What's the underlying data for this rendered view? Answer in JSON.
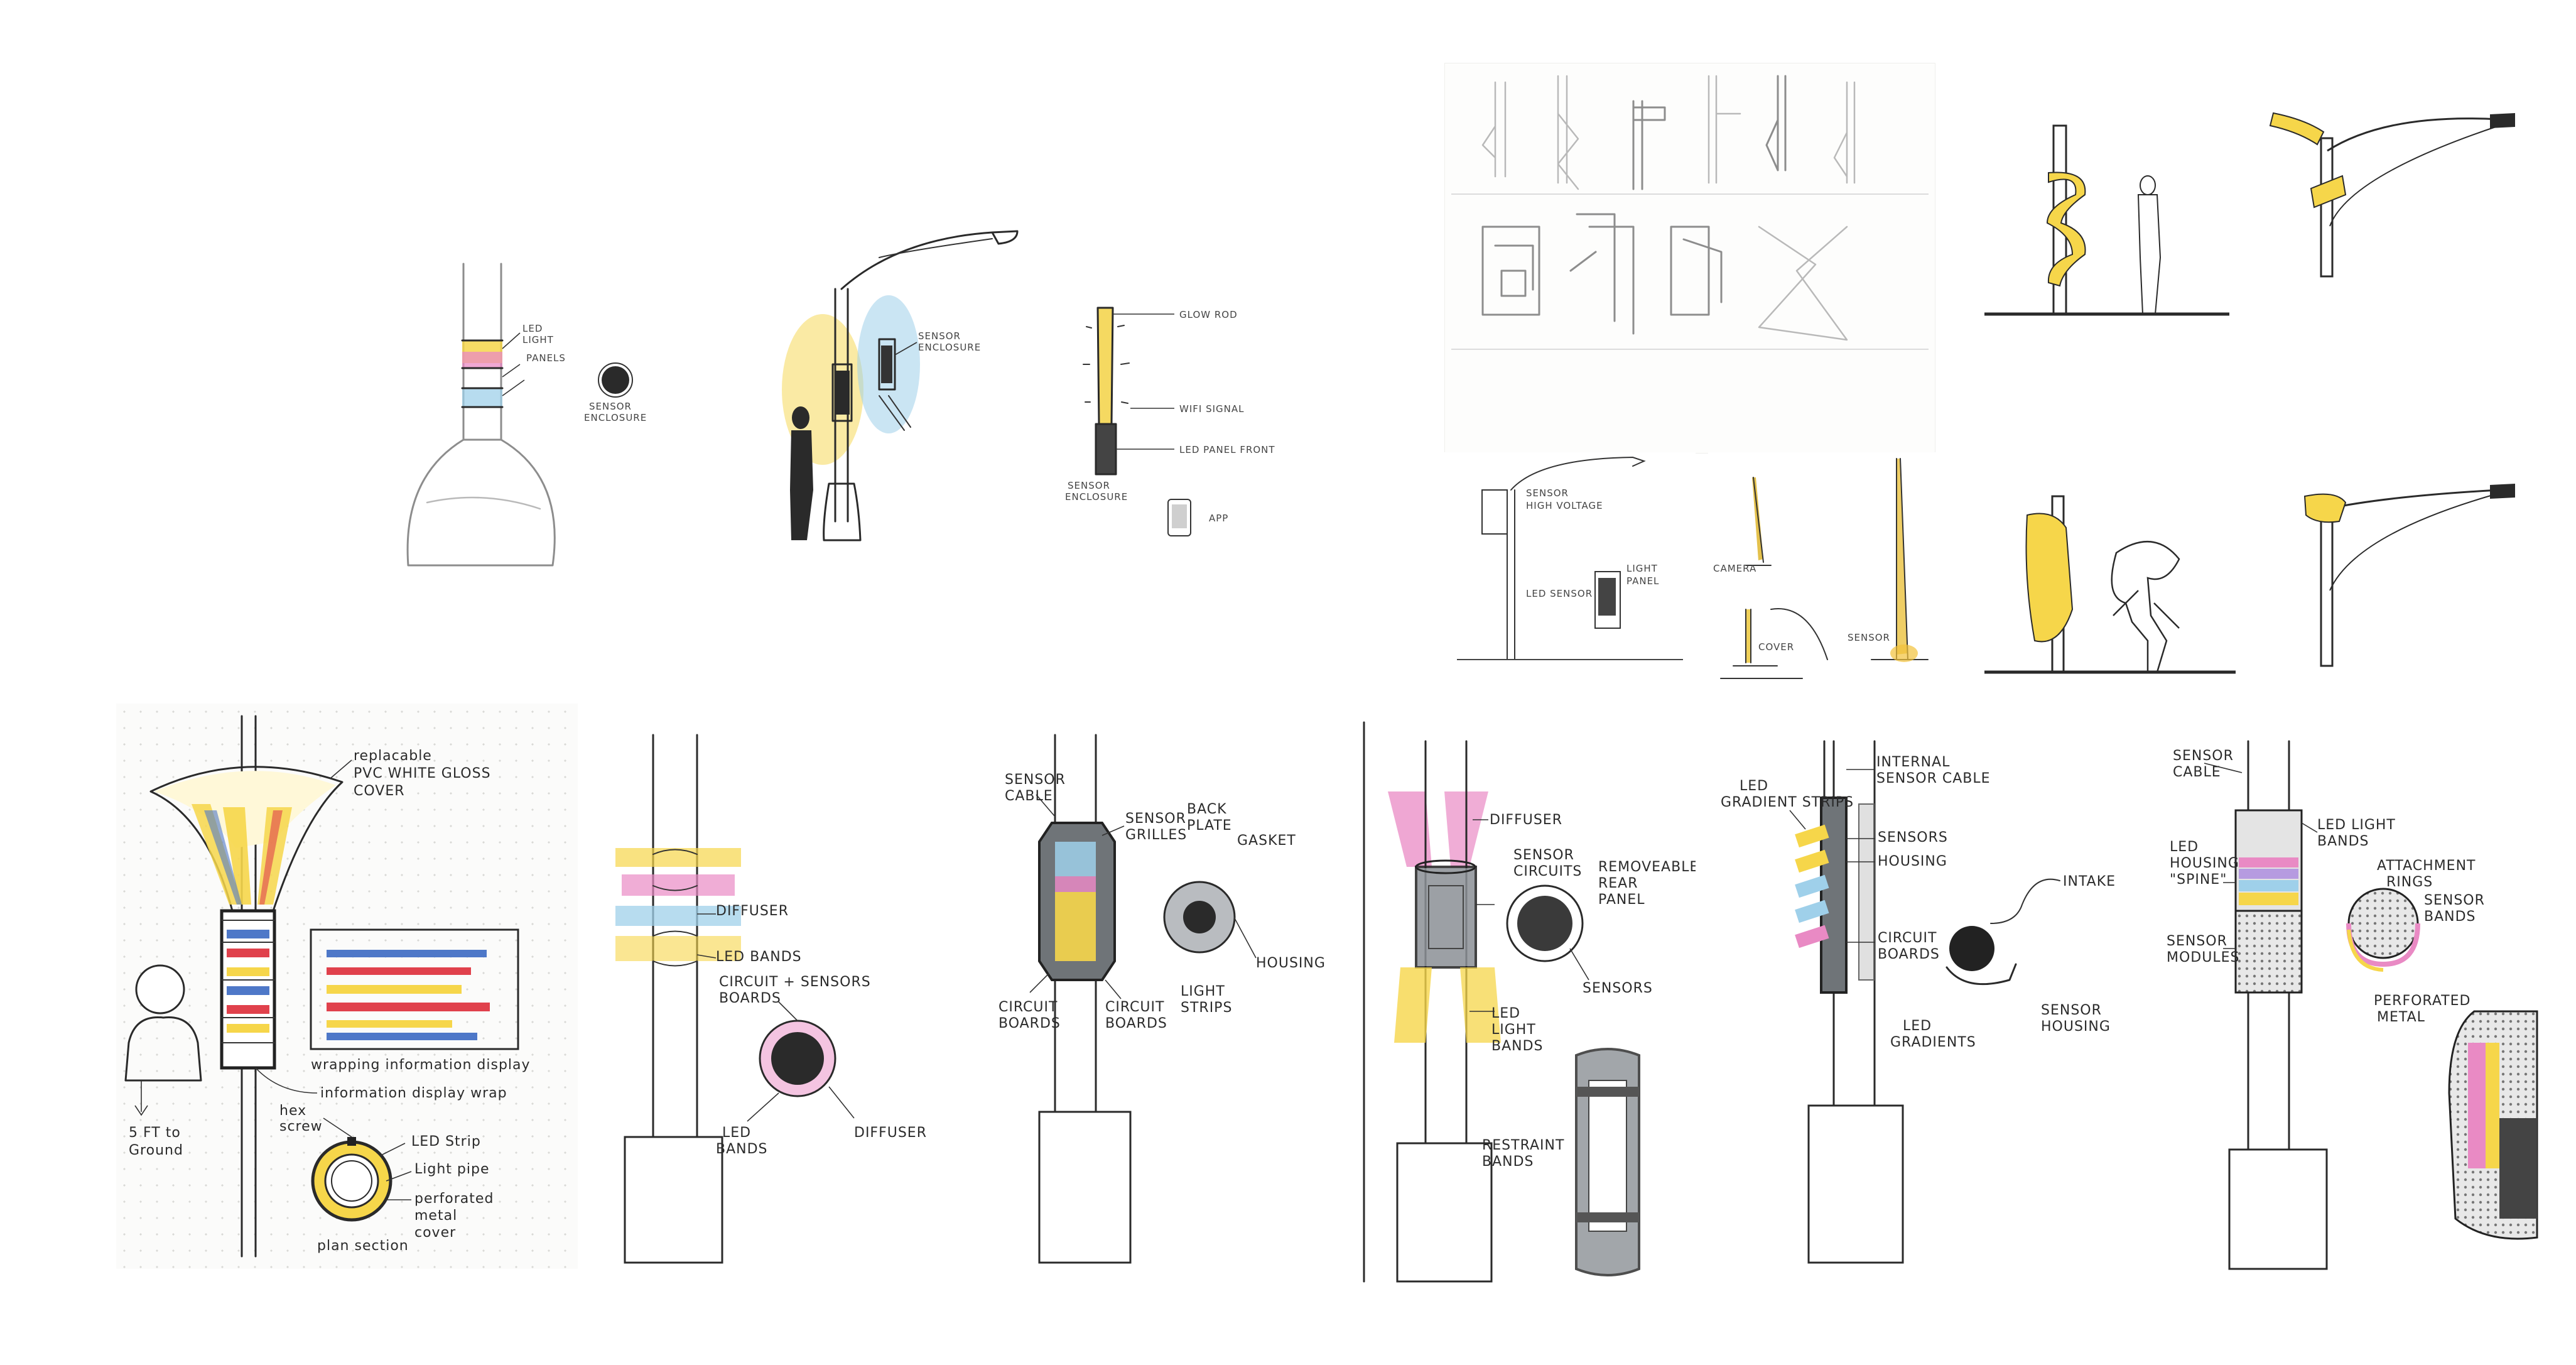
{
  "colors": {
    "yellow": "#f6d64a",
    "magenta": "#e98ac4",
    "cyan": "#9fd0ea",
    "red": "#e0414c",
    "blue": "#4e78c8",
    "gray_marker": "#8b9096",
    "ink": "#2a2a2a",
    "pencil": "#b0b0b0"
  },
  "sketch1": {
    "labels": [
      "LED",
      "LIGHT",
      "PANELS",
      "SENSOR",
      "ENCLOSURE"
    ]
  },
  "sketch2": {
    "labels": [
      "SENSOR",
      "ENCLOSURE"
    ]
  },
  "sketch3": {
    "labels": [
      "GLOW ROD",
      "WIFI SIGNAL",
      "LED PANEL FRONT",
      "SENSOR",
      "ENCLOSURE",
      "APP"
    ]
  },
  "panel_a": {
    "labels": {
      "cover_1": "replacable",
      "cover_2": "PVC WHITE GLOSS",
      "cover_3": "COVER",
      "info_bars": "wrapping information display",
      "info_wrap": "information display wrap",
      "ground_1": "5 FT to",
      "ground_2": "Ground",
      "led_strip": "LED Strip",
      "light_pipe": "Light pipe",
      "perforated_1": "perforated",
      "perforated_2": "metal",
      "perforated_3": "cover",
      "hex_1": "hex",
      "hex_2": "screw",
      "plan": "plan section"
    }
  },
  "panel_b": {
    "labels": {
      "diffuser": "DIFFUSER",
      "led_bands": "LED BANDS",
      "circuit_1": "CIRCUIT + SENSORS",
      "circuit_2": "BOARDS",
      "led_2": "LED",
      "bands_2": "BANDS",
      "diffuser_2": "DIFFUSER"
    }
  },
  "panel_c": {
    "labels": {
      "cable_1": "SENSOR",
      "cable_2": "CABLE",
      "grilles_1": "SENSOR",
      "grilles_2": "GRILLES",
      "back_1": "BACK",
      "back_2": "PLATE",
      "gasket": "GASKET",
      "housing": "HOUSING",
      "circuit_1": "CIRCUIT",
      "circuit_2": "BOARDS",
      "circuit_3": "CIRCUIT",
      "circuit_4": "BOARDS",
      "light_1": "LIGHT",
      "light_2": "STRIPS"
    }
  },
  "panel_d": {
    "labels": {
      "diffuser": "DIFFUSER",
      "circuits_1": "SENSOR",
      "circuits_2": "CIRCUITS",
      "removable_1": "REMOVEABLE",
      "removable_2": "REAR",
      "removable_3": "PANEL",
      "sensors": "SENSORS",
      "led_1": "LED",
      "led_2": "LIGHT",
      "led_3": "BANDS",
      "restrain_1": "RESTRAINT",
      "restrain_2": "BANDS"
    }
  },
  "panel_e": {
    "labels": {
      "internal_1": "INTERNAL",
      "internal_2": "SENSOR CABLE",
      "led_1": "LED",
      "led_2": "GRADIENT STRIPS",
      "sensors": "SENSORS",
      "housing": "HOUSING",
      "circuit_1": "CIRCUIT",
      "circuit_2": "BOARDS",
      "intake": "INTAKE",
      "led_3": "LED",
      "led_4": "GRADIENTS",
      "sensor_h_1": "SENSOR",
      "sensor_h_2": "HOUSING"
    }
  },
  "panel_f": {
    "labels": {
      "cable_1": "SENSOR",
      "cable_2": "CABLE",
      "led_1": "LED LIGHT",
      "led_2": "BANDS",
      "spine_1": "LED",
      "spine_2": "HOUSING",
      "spine_3": "\"SPINE\"",
      "modules_1": "SENSOR",
      "modules_2": "MODULES",
      "attach_1": "ATTACHMENT",
      "attach_2": "RINGS",
      "sbands_1": "SENSOR",
      "sbands_2": "BANDS",
      "perf_1": "PERFORATED",
      "perf_2": "METAL"
    }
  },
  "pencil_panel": {
    "labels": [
      "SENSOR",
      "HIGH VOLTAGE",
      "LIGHT",
      "PANEL",
      "LED SENSOR",
      "CAMERA",
      "COVER",
      "SENSOR"
    ]
  }
}
